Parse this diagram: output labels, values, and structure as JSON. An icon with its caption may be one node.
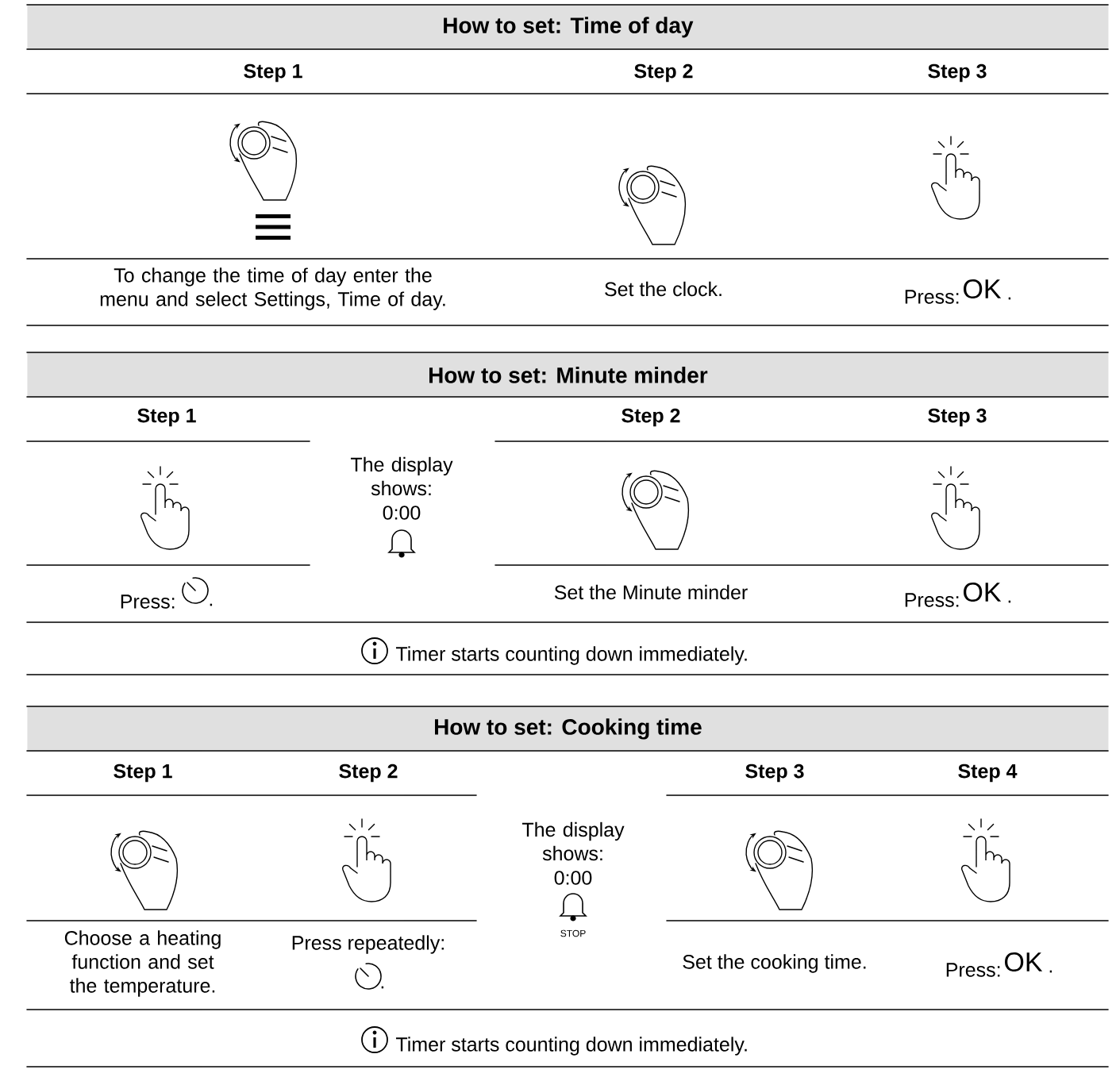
{
  "diagram": {
    "nodes": [
      {
        "text": [
          "How to set: Time of day"
        ]
      },
      {
        "text": [
          "How to set: Minute minder"
        ]
      },
      {
        "text": [
          "How to set: Cooking time"
        ]
      }
    ],
    "labels": [
      "Step 1",
      "Step 2",
      "Step 3",
      "To change the time of day enter the menu and select Settings, Time of day.",
      "Set the clock.",
      "Press:",
      "OK",
      ".",
      "Step 1",
      "The display shows:",
      "0:00",
      "Step 2",
      "Step 3",
      "Press:",
      ".",
      "Set the Minute minder",
      "Press:",
      "OK",
      ".",
      "Timer starts counting down immediately.",
      "Step 1",
      "Step 2",
      "The display shows:",
      "0:00",
      "STOP",
      "Step 3",
      "Step 4",
      "Choose a heating function and set the temperature.",
      "Press repeatedly:",
      ".",
      "Set the cooking time.",
      "Press:",
      "OK",
      ".",
      "Timer starts counting down immediately."
    ]
  }
}
